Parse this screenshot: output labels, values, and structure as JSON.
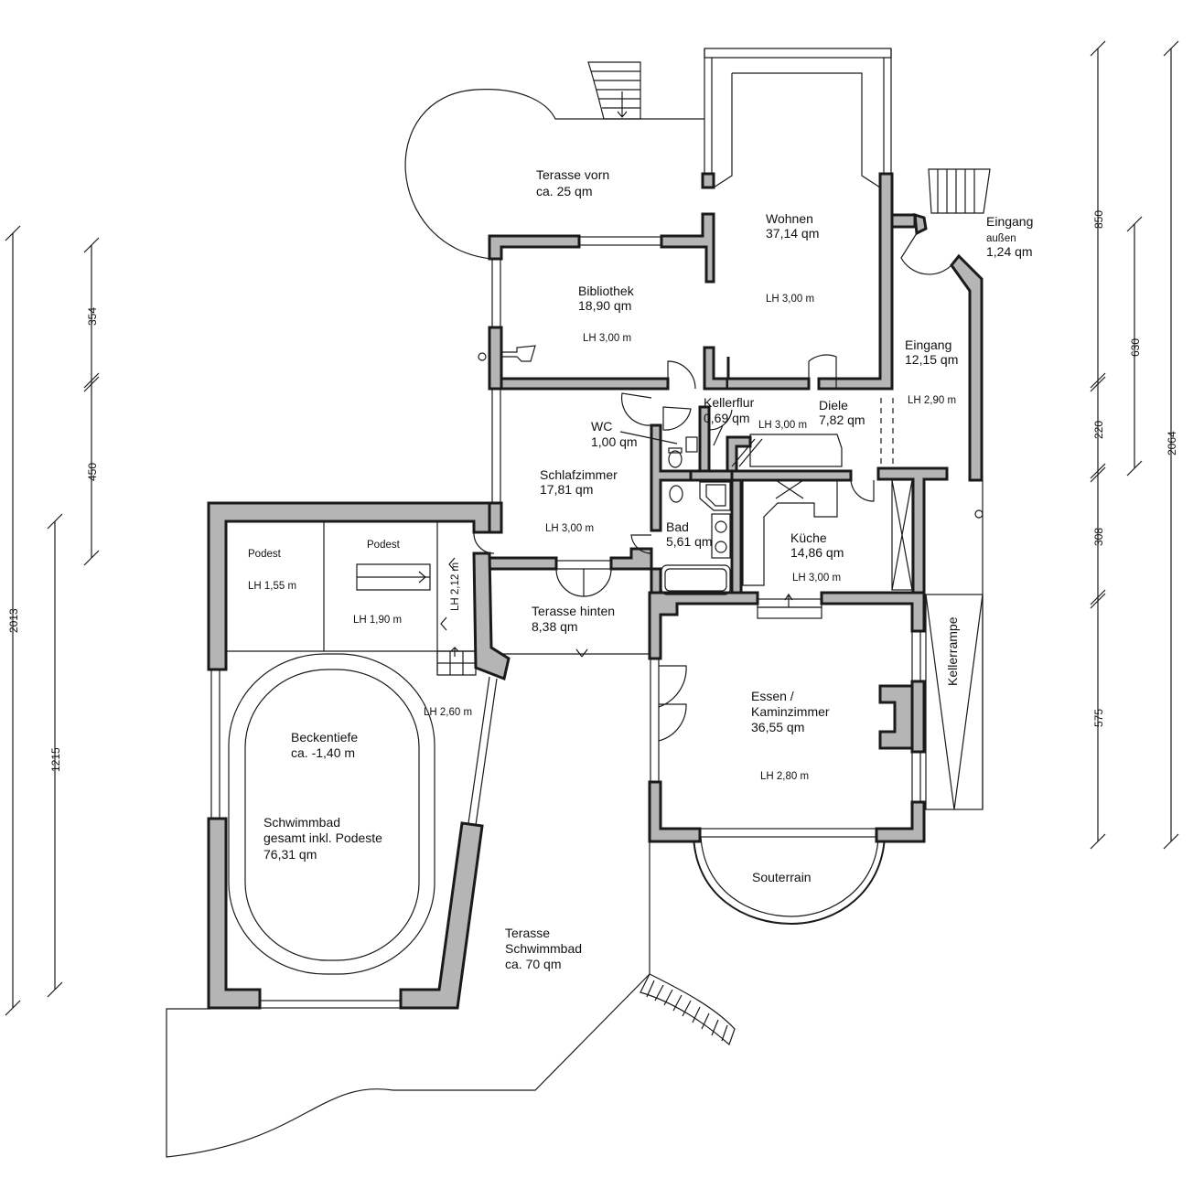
{
  "rooms": {
    "terasse_vorn": {
      "name": "Terasse vorn",
      "area": "ca. 25 qm"
    },
    "wohnen": {
      "name": "Wohnen",
      "area": "37,14 qm",
      "lh": "LH 3,00 m"
    },
    "eingang_aussen": {
      "name": "Eingang",
      "name2": "außen",
      "area": "1,24 qm"
    },
    "bibliothek": {
      "name": "Bibliothek",
      "area": "18,90 qm",
      "lh": "LH 3,00 m"
    },
    "eingang": {
      "name": "Eingang",
      "area": "12,15 qm",
      "lh": "LH 2,90 m"
    },
    "kellerflur": {
      "name": "Kellerflur",
      "area": "0,69 qm",
      "lh": "LH 3,00 m"
    },
    "diele": {
      "name": "Diele",
      "area": "7,82 qm"
    },
    "wc": {
      "name": "WC",
      "area": "1,00 qm"
    },
    "schlafzimmer": {
      "name": "Schlafzimmer",
      "area": "17,81 qm",
      "lh": "LH 3,00 m"
    },
    "bad": {
      "name": "Bad",
      "area": "5,61 qm"
    },
    "kueche": {
      "name": "Küche",
      "area": "14,86 qm",
      "lh": "LH 3,00 m"
    },
    "podest1": {
      "name": "Podest",
      "lh": "LH 1,55 m"
    },
    "podest2": {
      "name": "Podest",
      "lh": "LH 1,90 m",
      "lh2": "LH 2,12 m"
    },
    "terasse_hinten": {
      "name": "Terasse hinten",
      "area": "8,38 qm"
    },
    "kellerrampe": {
      "name": "Kellerrampe"
    },
    "essen": {
      "name": "Essen /",
      "name2": "Kaminzimmer",
      "area": "36,55 qm",
      "lh": "LH 2,80 m"
    },
    "pool_lh": {
      "lh": "LH 2,60 m"
    },
    "becken": {
      "name": "Beckentiefe",
      "depth": "ca. -1,40 m"
    },
    "schwimmbad": {
      "name": "Schwimmbad",
      "name2": "gesamt inkl. Podeste",
      "area": "76,31 qm"
    },
    "souterrain": {
      "name": "Souterrain"
    },
    "terasse_schwimmbad": {
      "name": "Terasse",
      "name2": "Schwimmbad",
      "area": "ca. 70 qm"
    }
  },
  "dimensions": {
    "outer_left": "2013",
    "left_mid": "1215",
    "left_top": "354",
    "left_low": "450",
    "right_outer": "2064",
    "right_1": "850",
    "right_2": "220",
    "right_3": "308",
    "right_4": "575",
    "right_inner": "630"
  }
}
